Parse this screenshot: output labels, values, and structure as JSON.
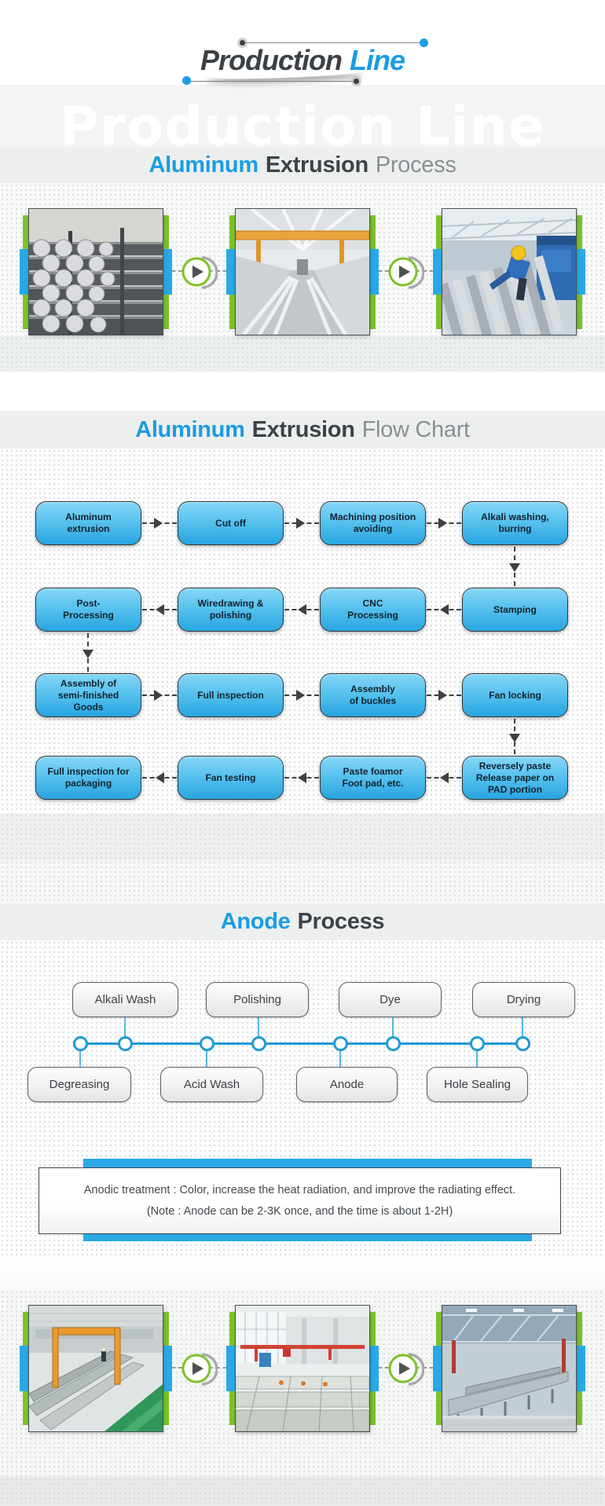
{
  "colors": {
    "accent_blue": "#1b9ce3",
    "green_accent": "#7cc22a",
    "photo_bar_blue": "#29a8e6",
    "flow_box_top": "#87d7f8",
    "flow_box_bottom": "#28a5e0",
    "timeline_blue": "#1f9ad6"
  },
  "header": {
    "title_part1": "Production",
    "title_part2": "Line",
    "watermark": "Production Line"
  },
  "section_titles": {
    "extrusion_process": {
      "part1": "Aluminum",
      "part2": "Extrusion",
      "part3": "Process"
    },
    "flow_chart": {
      "part1": "Aluminum",
      "part2": "Extrusion",
      "part3": "Flow Chart"
    },
    "anode": {
      "part1": "Anode",
      "part2": "Process"
    }
  },
  "photo_strips": {
    "extrusion": [
      "aluminum-billets",
      "extrusion-workshop",
      "sheet-handling"
    ],
    "anode": [
      "anodizing-line",
      "anodizing-tanks",
      "assembly-workshop"
    ]
  },
  "flowchart": {
    "rows": [
      {
        "direction": "right",
        "boxes": [
          "Aluminum\nextrusion",
          "Cut off",
          "Machining position\navoiding",
          "Alkali washing,\nburring"
        ]
      },
      {
        "direction": "left",
        "boxes": [
          "Post-\nProcessing",
          "Wiredrawing &\npolishing",
          "CNC\nProcessing",
          "Stamping"
        ]
      },
      {
        "direction": "right",
        "boxes": [
          "Assembly of\nsemi-finished\nGoods",
          "Full inspection",
          "Assembly\nof buckles",
          "Fan locking"
        ]
      },
      {
        "direction": "left",
        "boxes": [
          "Full inspection for\npackaging",
          "Fan testing",
          "Paste foamor\nFoot pad, etc.",
          "Reversely paste\nRelease paper on\nPAD portion"
        ]
      }
    ]
  },
  "anode_diagram": {
    "top_row": [
      "Alkali Wash",
      "Polishing",
      "Dye",
      "Drying"
    ],
    "bottom_row": [
      "Degreasing",
      "Acid Wash",
      "Anode",
      "Hole Sealing"
    ]
  },
  "note": {
    "line1": "Anodic treatment : Color, increase the heat radiation, and improve the radiating effect.",
    "line2": "(Note : Anode can be 2-3K once, and the time is about 1-2H)"
  }
}
